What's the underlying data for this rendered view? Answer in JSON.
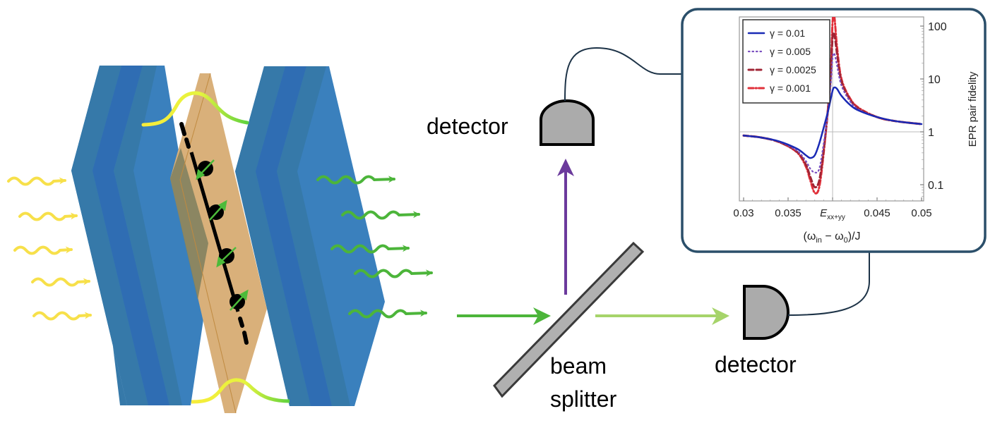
{
  "labels": {
    "detector_top": "detector",
    "detector_right": "detector",
    "beam_splitter_line1": "beam",
    "beam_splitter_line2": "splitter"
  },
  "colors": {
    "slab_light": "#3a80bd",
    "slab_mid": "#3679a9",
    "slab_dark": "#2f6db3",
    "plane": "#d9b07a",
    "plane_shadow": "#7c7f5e",
    "spin_arrow": "#4cbb3a",
    "input_photon": "#f7e04a",
    "output_photon": "#4cb53a",
    "beam_in": "#4cb53a",
    "beam_transmitted": "#a6d46a",
    "beam_reflected": "#6b3a9c",
    "detector_fill": "#ababab",
    "splitter_fill": "#b0b0b0",
    "cable": "#1d3347",
    "inset_border": "#2b4f6a"
  },
  "inset_plot": {
    "ylabel": "EPR pair fidelity",
    "xlabel_parts": [
      "(ω",
      "in",
      " − ω",
      "0",
      ")/J"
    ],
    "xticks": [
      {
        "value": 0.03,
        "label": "0.03"
      },
      {
        "value": 0.035,
        "label": "0.035"
      },
      {
        "value": 0.04,
        "label": "E",
        "sub": "xx+yy"
      },
      {
        "value": 0.045,
        "label": "0.045"
      },
      {
        "value": 0.05,
        "label": "0.05"
      }
    ],
    "yticks": [
      {
        "value": 0.1,
        "label": "0.1"
      },
      {
        "value": 1,
        "label": "1"
      },
      {
        "value": 10,
        "label": "10"
      },
      {
        "value": 100,
        "label": "100"
      }
    ],
    "legend": [
      {
        "label": "γ = 0.01",
        "color": "#1a2ab5",
        "style": "solid"
      },
      {
        "label": "γ = 0.005",
        "color": "#7a4fbf",
        "style": "dotted"
      },
      {
        "label": "γ = 0.0025",
        "color": "#a02535",
        "style": "dashed"
      },
      {
        "label": "γ = 0.001",
        "color": "#e0303a",
        "style": "dashdot"
      }
    ]
  },
  "chart_data": {
    "type": "line",
    "title": "",
    "xlabel": "(ω_in − ω_0)/J",
    "ylabel": "EPR pair fidelity",
    "xlim": [
      0.03,
      0.05
    ],
    "ylim": [
      0.05,
      150
    ],
    "yscale": "log",
    "reference_lines": {
      "x": 0.04,
      "y": 1
    },
    "legend_position": "top-left",
    "series": [
      {
        "name": "γ = 0.01",
        "x": [
          0.03,
          0.032,
          0.034,
          0.036,
          0.037,
          0.0375,
          0.038,
          0.0385,
          0.039,
          0.0395,
          0.04,
          0.0402,
          0.0405,
          0.041,
          0.042,
          0.043,
          0.045,
          0.047,
          0.05
        ],
        "y": [
          0.85,
          0.78,
          0.66,
          0.48,
          0.36,
          0.32,
          0.36,
          0.6,
          1.2,
          2.5,
          6.0,
          6.9,
          6.5,
          4.8,
          3.2,
          2.5,
          1.9,
          1.6,
          1.4
        ]
      },
      {
        "name": "γ = 0.005",
        "x": [
          0.03,
          0.032,
          0.034,
          0.036,
          0.037,
          0.0375,
          0.038,
          0.0385,
          0.039,
          0.0395,
          0.0398,
          0.04,
          0.0402,
          0.0405,
          0.041,
          0.042,
          0.043,
          0.045,
          0.047,
          0.05
        ],
        "y": [
          0.85,
          0.78,
          0.65,
          0.44,
          0.28,
          0.2,
          0.17,
          0.2,
          0.6,
          2.5,
          8,
          25,
          30,
          18,
          7.5,
          3.7,
          2.6,
          1.9,
          1.6,
          1.4
        ]
      },
      {
        "name": "γ = 0.0025",
        "x": [
          0.03,
          0.032,
          0.034,
          0.036,
          0.037,
          0.0375,
          0.038,
          0.0385,
          0.039,
          0.0395,
          0.0398,
          0.04,
          0.0402,
          0.0405,
          0.041,
          0.042,
          0.043,
          0.045,
          0.047,
          0.05
        ],
        "y": [
          0.85,
          0.78,
          0.64,
          0.42,
          0.24,
          0.14,
          0.09,
          0.12,
          0.45,
          2.8,
          12,
          60,
          70,
          30,
          9,
          4,
          2.7,
          1.9,
          1.6,
          1.4
        ]
      },
      {
        "name": "γ = 0.001",
        "x": [
          0.03,
          0.032,
          0.034,
          0.036,
          0.037,
          0.0375,
          0.038,
          0.0385,
          0.039,
          0.0395,
          0.0398,
          0.04,
          0.0402,
          0.0405,
          0.041,
          0.042,
          0.043,
          0.045,
          0.047,
          0.05
        ],
        "y": [
          0.85,
          0.78,
          0.64,
          0.41,
          0.22,
          0.12,
          0.07,
          0.09,
          0.4,
          3,
          15,
          120,
          150,
          40,
          10,
          4.2,
          2.8,
          1.9,
          1.6,
          1.4
        ]
      }
    ]
  }
}
